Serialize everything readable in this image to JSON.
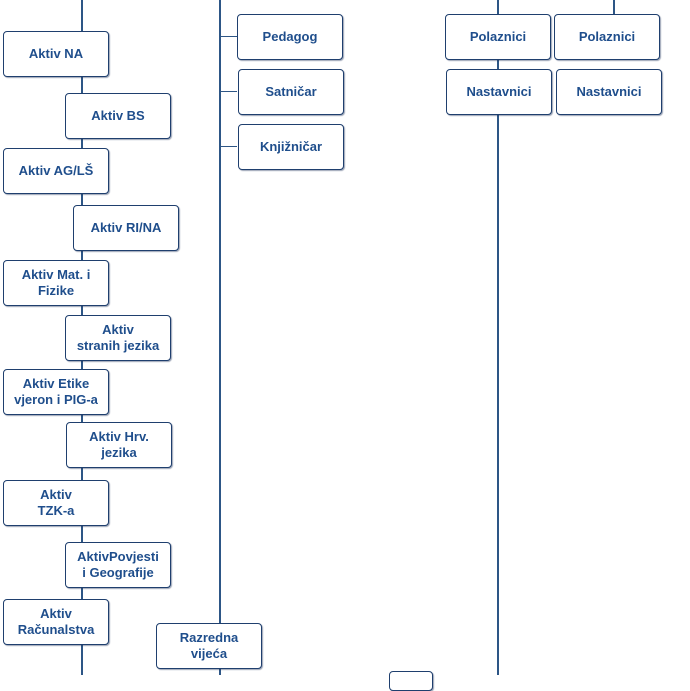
{
  "colors": {
    "accent": "#1f4e8c",
    "line": "#2d5686",
    "border": "#1f3f6e"
  },
  "nodes": {
    "pedagog": "Pedagog",
    "satnicar": "Satničar",
    "knjiznicar": "Knjižničar",
    "polaznici_1": "Polaznici",
    "polaznici_2": "Polaznici",
    "nastavnici_1": "Nastavnici",
    "nastavnici_2": "Nastavnici",
    "aktiv_na": "Aktiv NA",
    "aktiv_bs": "Aktiv BS",
    "aktiv_ag_ls": "Aktiv AG/LŠ",
    "aktiv_ri_na": "Aktiv RI/NA",
    "aktiv_mat_fizike": "Aktiv Mat. i\nFizike",
    "aktiv_stranih_jezika": "Aktiv\nstranih jezika",
    "aktiv_etike": "Aktiv Etike\nvjeron i PIG-a",
    "aktiv_hrv_jezika": "Aktiv Hrv.\njezika",
    "aktiv_tzk": "Aktiv\nTZK-a",
    "aktiv_povijesti": "AktivPovjesti\ni Geografije",
    "aktiv_racunalstva": "Aktiv\nRačunalstva",
    "razredna_vijeca": "Razredna\nvijeća"
  }
}
